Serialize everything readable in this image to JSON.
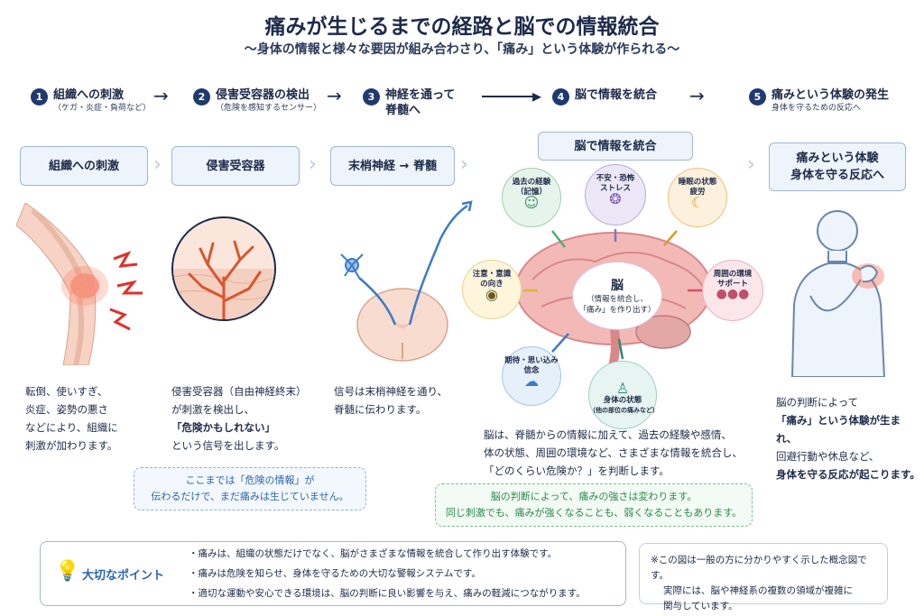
{
  "header": {
    "title": "痛みが生じるまでの経路と脳での情報統合",
    "subtitle": "～身体の情報と様々な要因が組み合わさり、「痛み」という体験が作られる～"
  },
  "steps": [
    {
      "num": "1",
      "title": "組織への刺激",
      "sub": "（ケガ・炎症・負荷など）"
    },
    {
      "num": "2",
      "title": "侵害受容器の検出",
      "sub": "（危険を感知するセンサー）"
    },
    {
      "num": "3",
      "title": "神経を通って",
      "title2": "脊髄へ"
    },
    {
      "num": "4",
      "title": "脳で情報を統合"
    },
    {
      "num": "5",
      "title": "痛みという体験の発生",
      "sub": "身体を守るための反応へ"
    }
  ],
  "stage_boxes": {
    "tissue": "組織への刺激",
    "receptor": "侵害受容器",
    "nerve": "末梢神経 → 脊髄",
    "brain": "脳で情報を統合",
    "pain_line1": "痛みという体験",
    "pain_line2": "身体を守る反応へ"
  },
  "factors": {
    "past": {
      "line1": "過去の経験",
      "line2": "（記憶）"
    },
    "anxiety": {
      "line1": "不安・恐怖",
      "line2": "ストレス"
    },
    "sleep": {
      "line1": "睡眠の状態",
      "line2": "疲労"
    },
    "attention": {
      "line1": "注意・意識",
      "line2": "の向き"
    },
    "environment": {
      "line1": "周囲の環境",
      "line2": "サポート"
    },
    "expectation": {
      "line1": "期待・思い込み",
      "line2": "信念"
    },
    "body": {
      "line1": "身体の状態",
      "line2": "（他の部位の痛みなど）"
    }
  },
  "brain_center": {
    "title": "脳",
    "line1": "（情報を統合し、",
    "line2": "「痛み」を作り出す）"
  },
  "descriptions": {
    "tissue": [
      "転倒、使いすぎ、",
      "炎症、姿勢の悪さ",
      "などにより、組織に",
      "刺激が加わります。"
    ],
    "receptor": [
      "侵害受容器（自由神経終末）",
      "が刺激を検出し、",
      "「危険かもしれない」",
      "という信号を出します。"
    ],
    "nerve": [
      "信号は末梢神経を通り、",
      "脊髄に伝わります。"
    ],
    "brain": [
      "脳は、脊髄からの情報に加えて、過去の経験や感情、",
      "体の状態、周囲の環境など、さまざまな情報を統合し、",
      "「どのくらい危険か？」を判断します。"
    ],
    "pain": [
      "脳の判断によって",
      "「痛み」という体験が生まれ、",
      "回避行動や休息など、",
      "身体を守る反応が起こります。"
    ]
  },
  "notes": {
    "blue": [
      "ここまでは「危険の情報」が",
      "伝わるだけで、まだ痛みは生じていません。"
    ],
    "green": [
      "脳の判断によって、痛みの強さは変わります。",
      "同じ刺激でも、痛みが強くなることも、弱くなることもあります。"
    ]
  },
  "points": {
    "label": "大切なポイント",
    "items": [
      "・痛みは、組織の状態だけでなく、脳がさまざまな情報を統合して作り出す体験です。",
      "・痛みは危険を知らせ、身体を守るための大切な警報システムです。",
      "・適切な運動や安心できる環境は、脳の判断に良い影響を与え、痛みの軽減につながります。"
    ]
  },
  "aside": [
    "※この図は一般の方に分かりやすく示した概念図です。",
    "実際には、脳や神経系の複数の領域が複雑に",
    "関与しています。"
  ],
  "colors": {
    "navy": "#1e3a6e",
    "nerve_blue": "#3a7bc8",
    "pain_red": "#e0302a",
    "note_blue": "#2a64b0",
    "note_green": "#2a8a48"
  }
}
